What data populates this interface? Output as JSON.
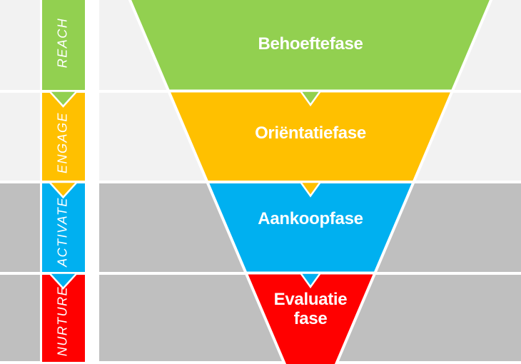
{
  "palette": {
    "green": "#92D050",
    "amber": "#FFC000",
    "blue": "#00B0F0",
    "red": "#FF0000",
    "band_light": "#F2F2F2",
    "band_dark": "#BFBFBF",
    "label_text": "#FFFFFF"
  },
  "sidebar": {
    "items": [
      {
        "label": "REACH",
        "color": "green"
      },
      {
        "label": "ENGAGE",
        "color": "amber"
      },
      {
        "label": "ACTIVATE",
        "color": "blue"
      },
      {
        "label": "NURTURE",
        "color": "red"
      }
    ]
  },
  "funnel": {
    "stages": [
      {
        "label": "Behoeftefase",
        "color": "green"
      },
      {
        "label": "Oriëntatiefase",
        "color": "amber"
      },
      {
        "label": "Aankoopfase",
        "color": "blue"
      },
      {
        "label": "Evaluatie fase",
        "color": "red",
        "lines": [
          "Evaluatie",
          "fase"
        ]
      }
    ]
  }
}
